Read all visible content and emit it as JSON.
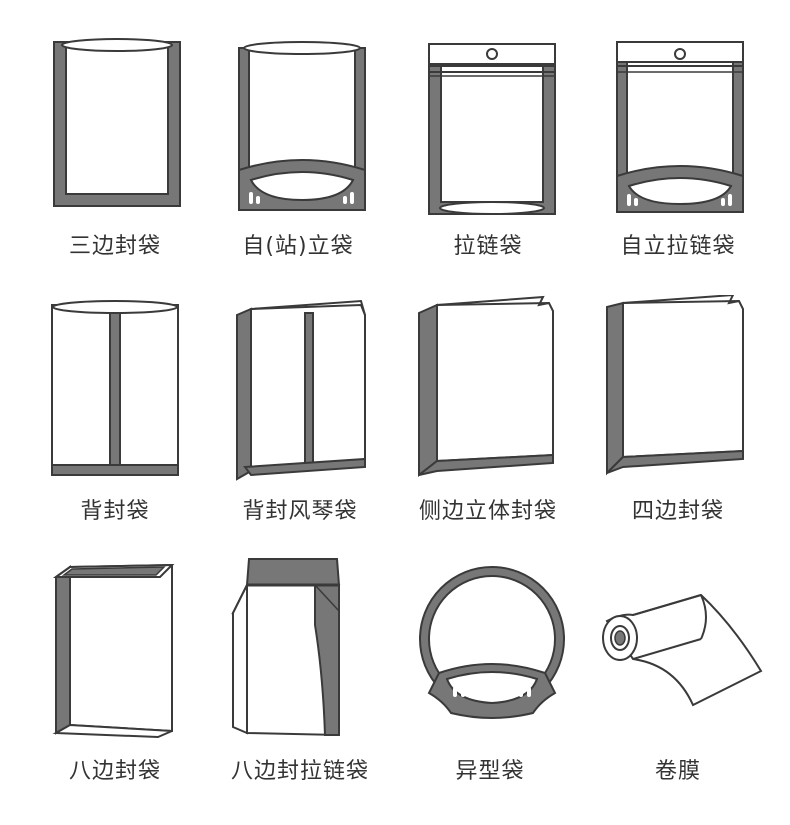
{
  "colors": {
    "line": "#3a3a3a",
    "fill": "#777777",
    "bg": "#ffffff",
    "text": "#333333"
  },
  "items": [
    {
      "label": "三边封袋",
      "icon": "three-side-seal-bag-icon"
    },
    {
      "label": "自(站)立袋",
      "icon": "stand-up-pouch-icon"
    },
    {
      "label": "拉链袋",
      "icon": "zipper-bag-icon"
    },
    {
      "label": "自立拉链袋",
      "icon": "stand-up-zipper-bag-icon"
    },
    {
      "label": "背封袋",
      "icon": "back-seal-bag-icon"
    },
    {
      "label": "背封风琴袋",
      "icon": "back-seal-gusset-bag-icon"
    },
    {
      "label": "侧边立体封袋",
      "icon": "side-gusset-bag-icon"
    },
    {
      "label": "四边封袋",
      "icon": "four-side-seal-bag-icon"
    },
    {
      "label": "八边封袋",
      "icon": "eight-side-seal-bag-icon"
    },
    {
      "label": "八边封拉链袋",
      "icon": "eight-side-zipper-bag-icon"
    },
    {
      "label": "异型袋",
      "icon": "shaped-bag-icon"
    },
    {
      "label": "卷膜",
      "icon": "roll-film-icon"
    }
  ]
}
